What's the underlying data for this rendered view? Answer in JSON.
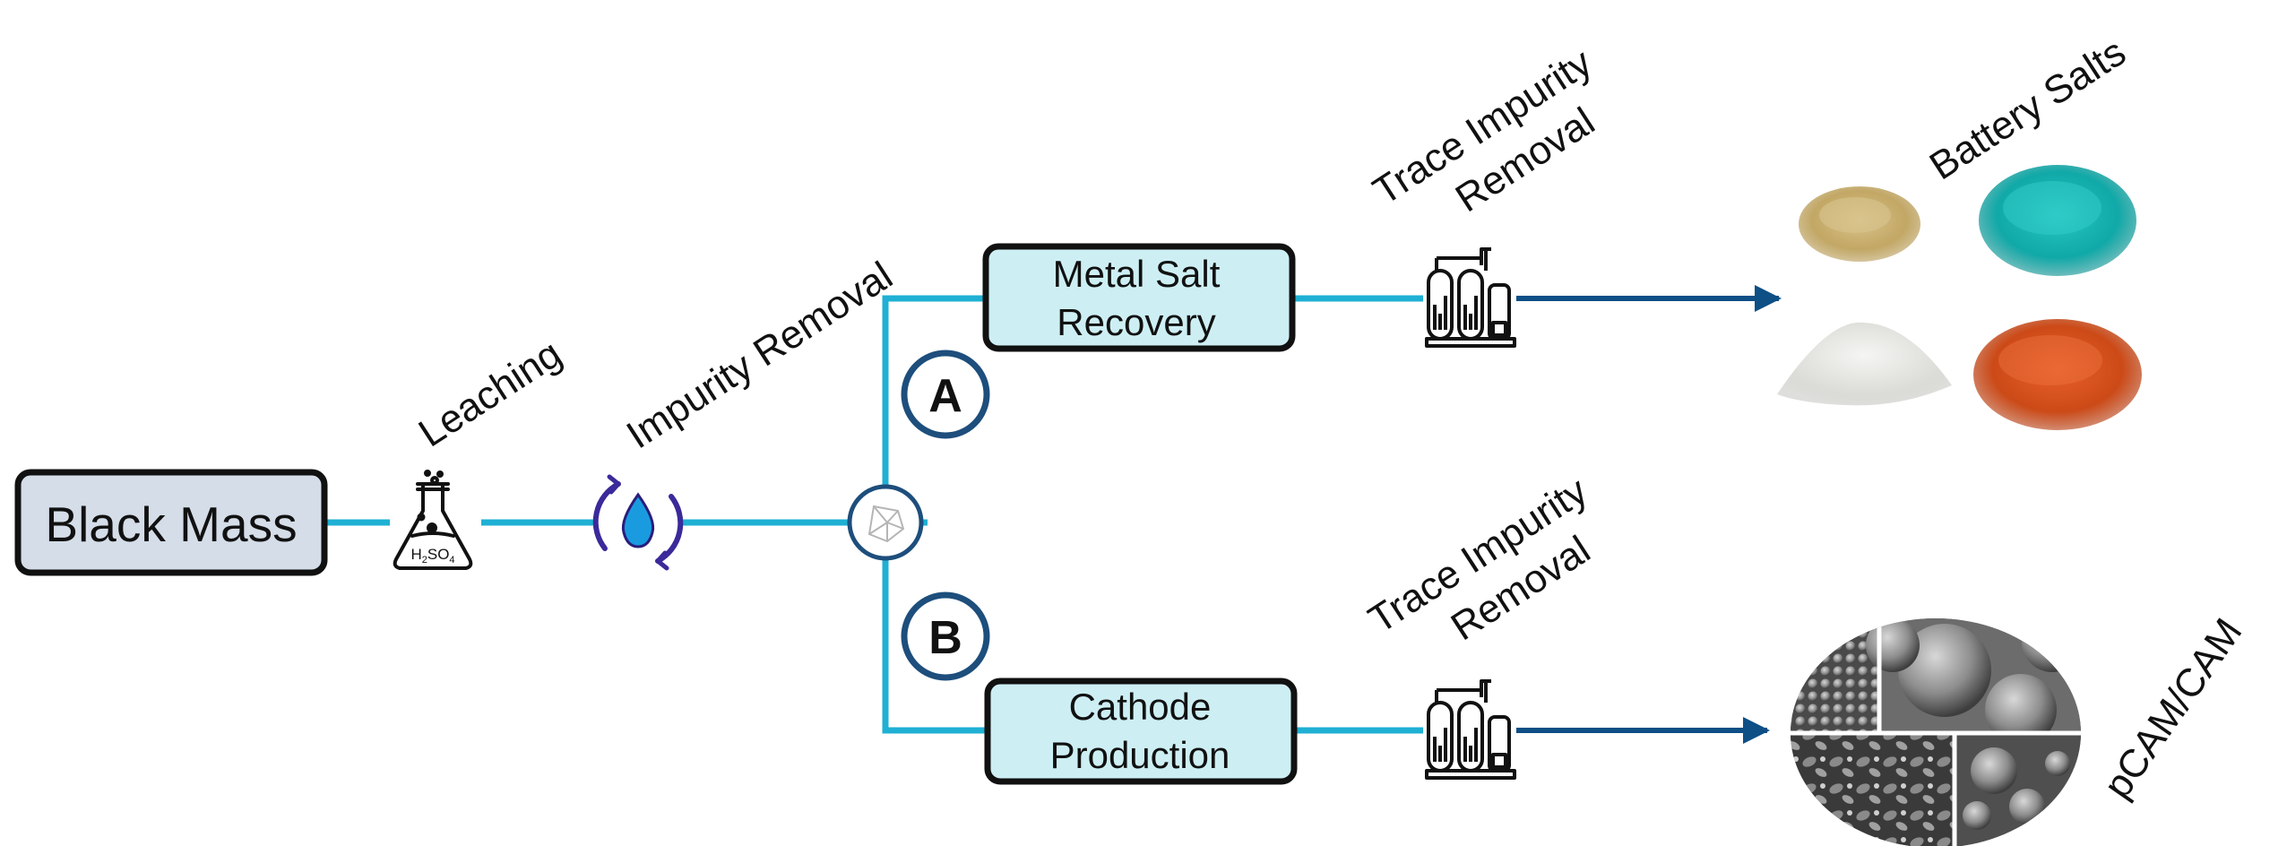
{
  "nodes": {
    "black_mass": "Black Mass",
    "metal_salt_line1": "Metal Salt",
    "metal_salt_line2": "Recovery",
    "cathode_line1": "Cathode",
    "cathode_line2": "Production"
  },
  "steps": {
    "leaching": "Leaching",
    "impurity_removal": "Impurity Removal",
    "trace_a_line1": "Trace Impurity",
    "trace_a_line2": "Removal",
    "trace_b_line1": "Trace Impurity",
    "trace_b_line2": "Removal"
  },
  "routes": {
    "a": "A",
    "b": "B"
  },
  "flask_formula": {
    "h": "H",
    "sub2": "2",
    "so": "SO",
    "sub4": "4"
  },
  "outputs": {
    "battery_salts": "Battery Salts",
    "pcam": "pCAM/CAM"
  },
  "icons": [
    "flask-icon",
    "water-recycle-icon",
    "splitter-icon",
    "reactor-icon",
    "salt-powder-image",
    "sem-micrograph-image"
  ],
  "colors": {
    "line": "#1fb0d4",
    "arrow": "#0e4f86",
    "box_black_mass": "#d4dde8",
    "box_process": "#cdeff4",
    "circle": "#1d4e7c",
    "recycle": "#3a2a9a",
    "drop": "#1a9be0"
  }
}
